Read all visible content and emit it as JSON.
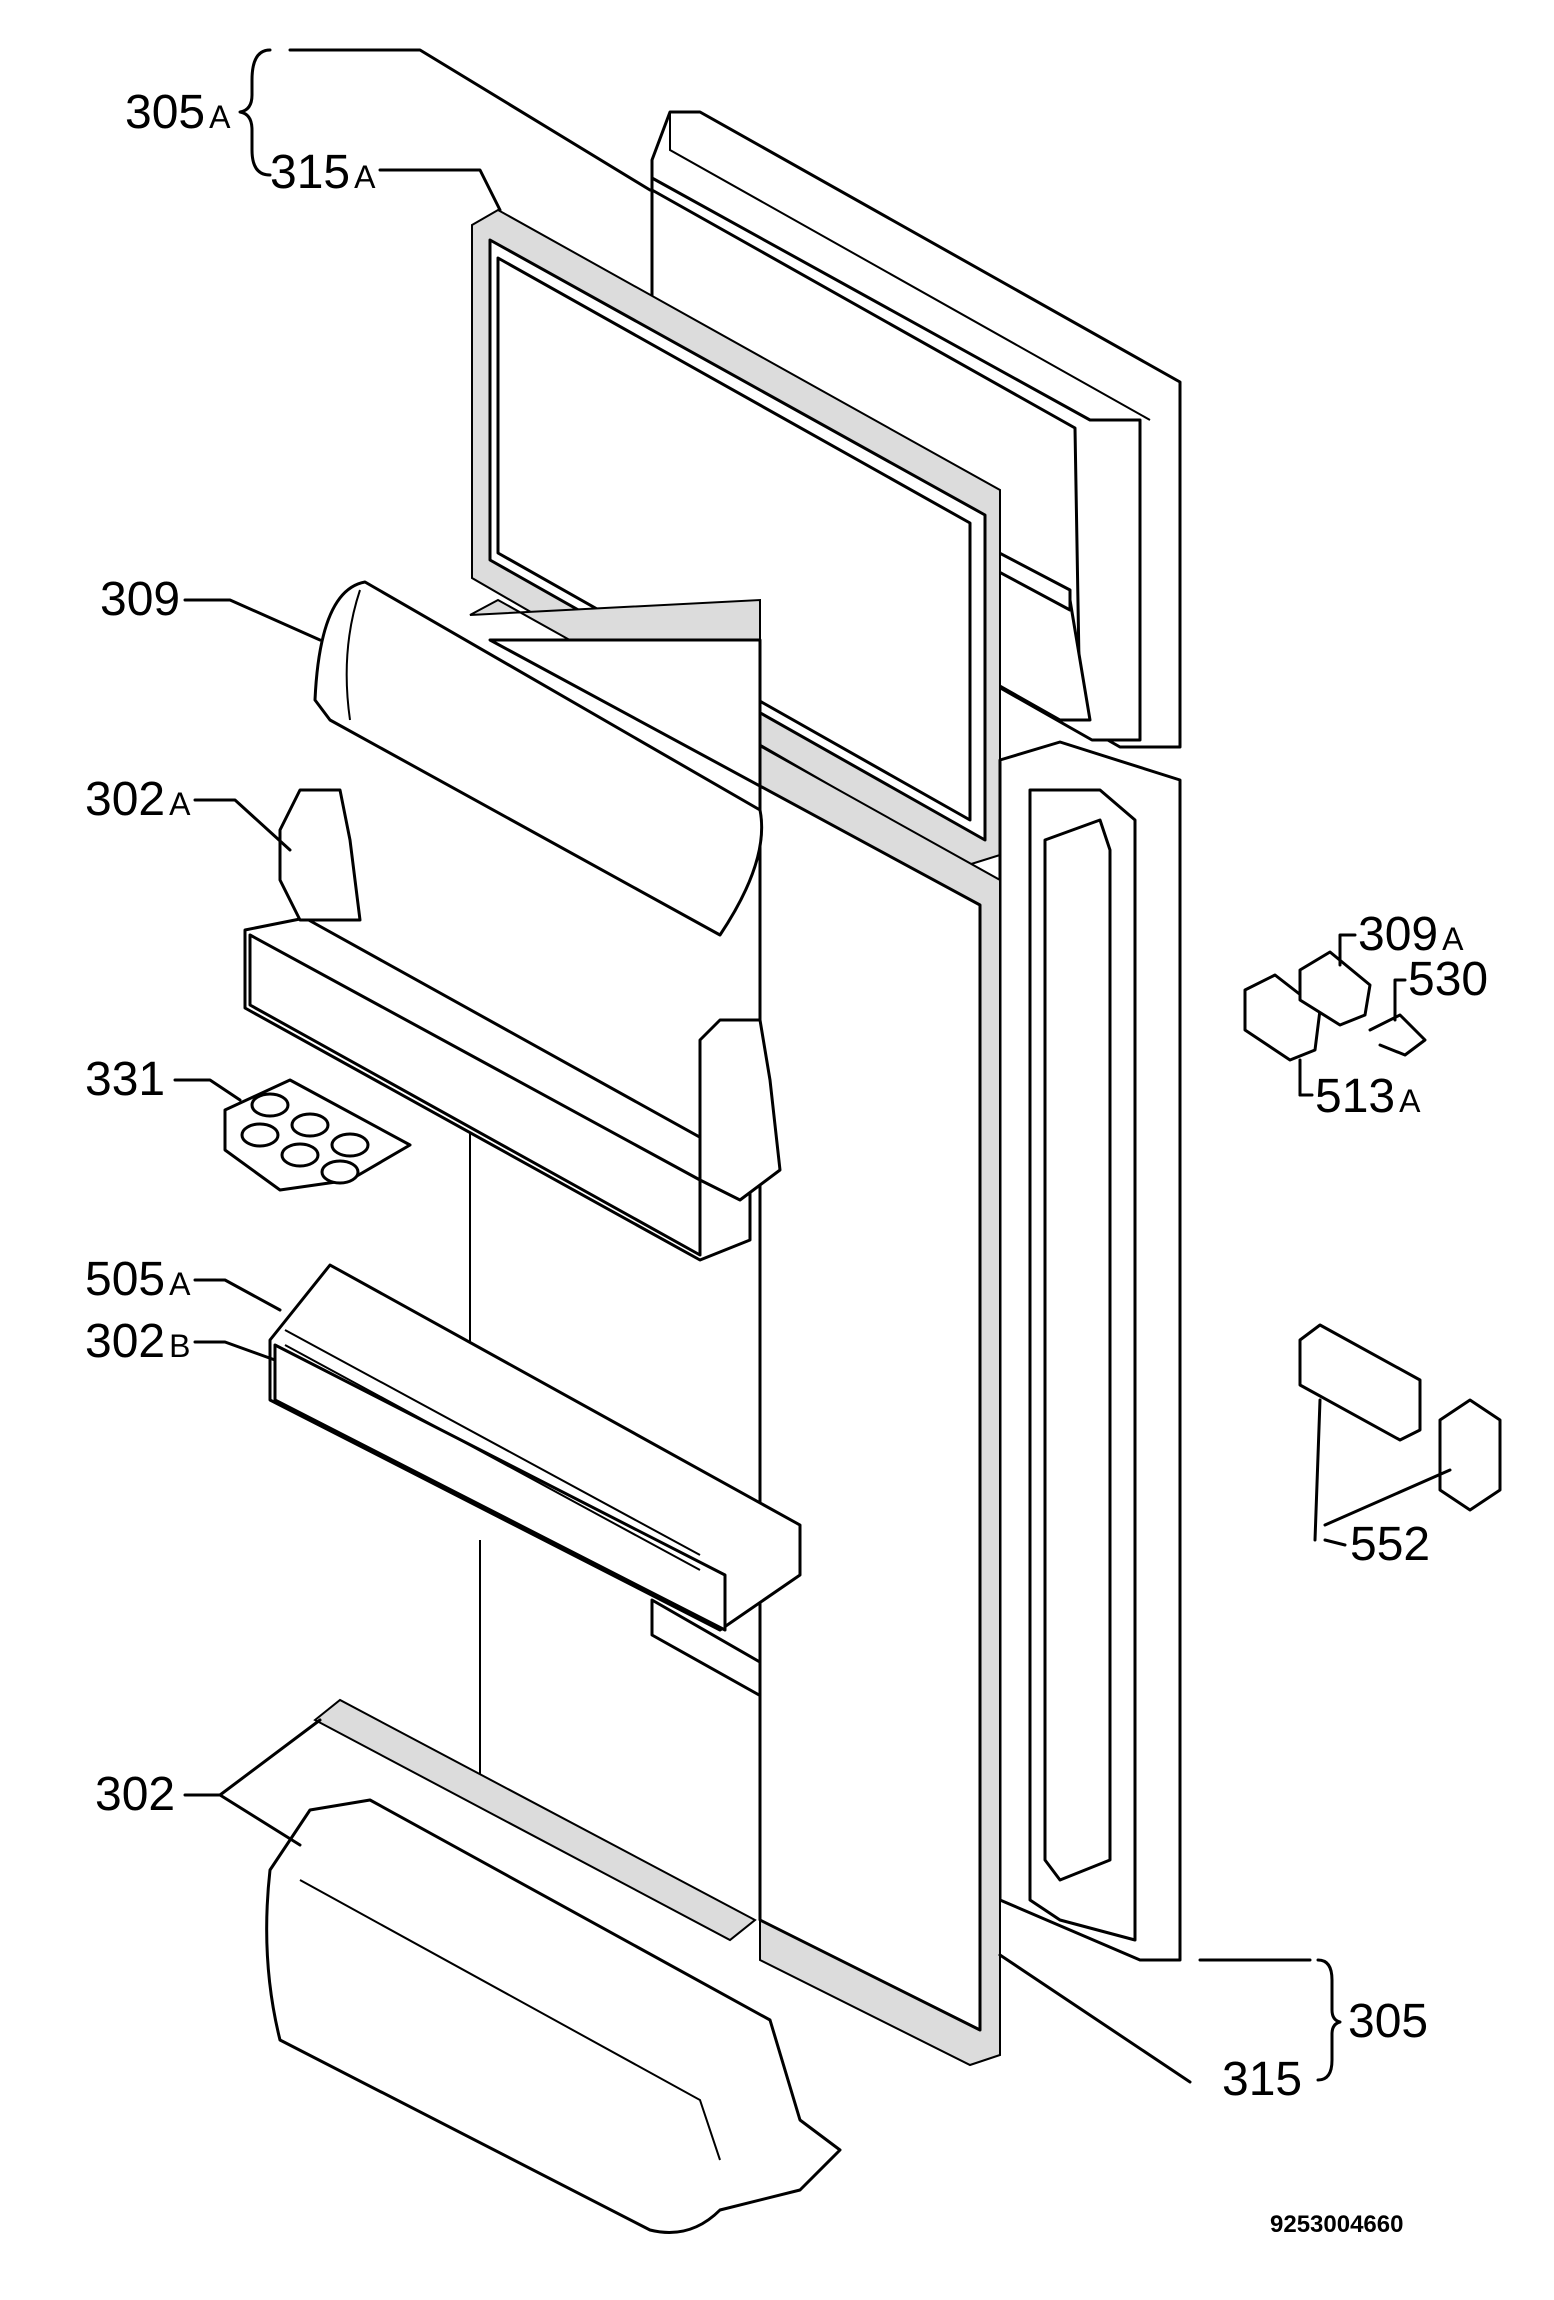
{
  "diagram": {
    "document_code": "9253004660",
    "labels": {
      "l305A": {
        "num": "305",
        "suffix": "A"
      },
      "l315A": {
        "num": "315",
        "suffix": "A"
      },
      "l309": {
        "num": "309",
        "suffix": ""
      },
      "l302A": {
        "num": "302",
        "suffix": "A"
      },
      "l331": {
        "num": "331",
        "suffix": ""
      },
      "l505A": {
        "num": "505",
        "suffix": "A"
      },
      "l302B": {
        "num": "302",
        "suffix": "B"
      },
      "l302": {
        "num": "302",
        "suffix": ""
      },
      "l309A": {
        "num": "309",
        "suffix": "A"
      },
      "l530": {
        "num": "530",
        "suffix": ""
      },
      "l513A": {
        "num": "513",
        "suffix": "A"
      },
      "l552": {
        "num": "552",
        "suffix": ""
      },
      "l305": {
        "num": "305",
        "suffix": ""
      },
      "l315": {
        "num": "315",
        "suffix": ""
      }
    }
  }
}
